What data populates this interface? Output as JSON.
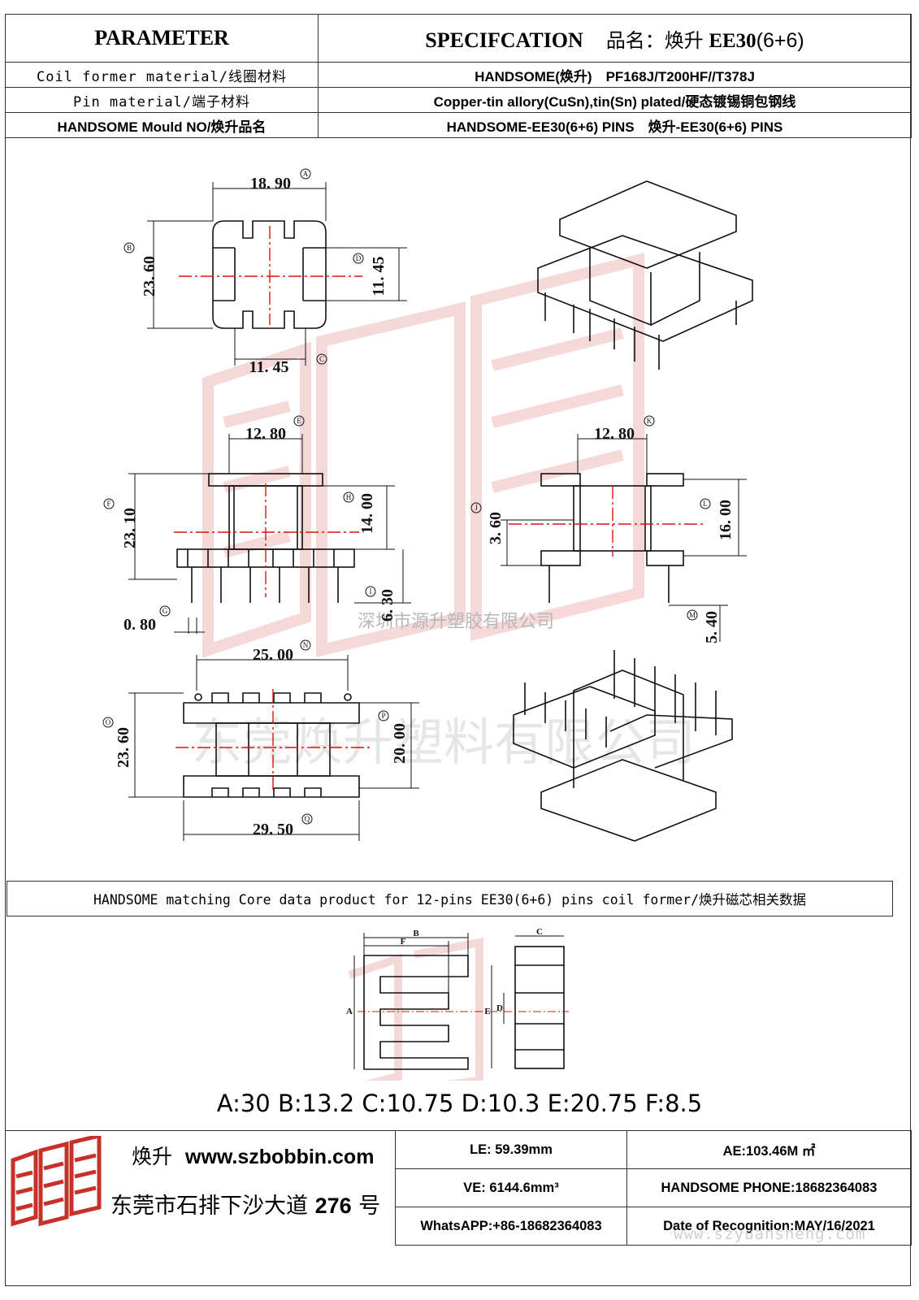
{
  "header": {
    "parameter": "PARAMETER",
    "specification": "SPECIFCATION",
    "product_name_label": "品名：",
    "product_name_cn": "焕升",
    "product_name_model": "EE30",
    "product_name_suffix": "(6+6)"
  },
  "rows": [
    {
      "label": "Coil former material/线圈材料",
      "value": "HANDSOME(焕升)　PF168J/T200HF//T378J"
    },
    {
      "label": "Pin material/端子材料",
      "value": "Copper-tin allory(CuSn),tin(Sn) plated/硬态镀锡铜包钢线"
    },
    {
      "label": "HANDSOME Mould NO/焕升品名",
      "value": "HANDSOME-EE30(6+6) PINS　焕升-EE30(6+6) PINS"
    }
  ],
  "dimensions": {
    "A": "18. 90",
    "B": "23. 60",
    "C": "11. 45",
    "D": "11. 45",
    "E": "12. 80",
    "F": "23. 10",
    "G": "0. 80",
    "H": "14. 00",
    "I": "6. 30",
    "K": "12. 80",
    "J": "3. 60",
    "L": "16. 00",
    "M": "5. 40",
    "N": "25. 00",
    "O": "23. 60",
    "P": "20. 00",
    "Q": "29. 50"
  },
  "callouts": {
    "A": "A",
    "B": "B",
    "C": "C",
    "D": "D",
    "E": "E",
    "F": "F",
    "G": "G",
    "H": "H",
    "I": "I",
    "J": "J",
    "K": "K",
    "L": "L",
    "M": "M",
    "N": "N",
    "O": "O",
    "P": "P",
    "Q": "Q"
  },
  "watermarks": {
    "company_small": "深圳市源升塑胶有限公司",
    "company_large": "东莞焕升塑料有限公司",
    "site": "www.szyuansheng.com"
  },
  "matching": {
    "title": "HANDSOME matching Core data  product for 12-pins EE30(6+6) pins coil former/焕升磁芯相关数据"
  },
  "core_labels": {
    "A": "A",
    "B": "B",
    "C": "C",
    "D": "D",
    "E": "E",
    "F": "F"
  },
  "core_values_text": "A:30 B:13.2 C:10.75 D:10.3 E:20.75 F:8.5",
  "footer": {
    "brand_cn": "焕升",
    "website": "www.szbobbin.com",
    "address_cn": "东莞市石排下沙大道",
    "address_no": "276",
    "address_suffix": "号",
    "le": "LE: 59.39mm",
    "ae": "AE:103.46M ㎡",
    "ve": "VE: 6144.6mm³",
    "phone": "HANDSOME PHONE:18682364083",
    "whatsapp": "WhatsAPP:+86-18682364083",
    "date": "Date of Recognition:MAY/16/2021"
  },
  "colors": {
    "centerline": "#e01010",
    "watermark": "#f2c8c8",
    "logo": "#c8302a"
  }
}
